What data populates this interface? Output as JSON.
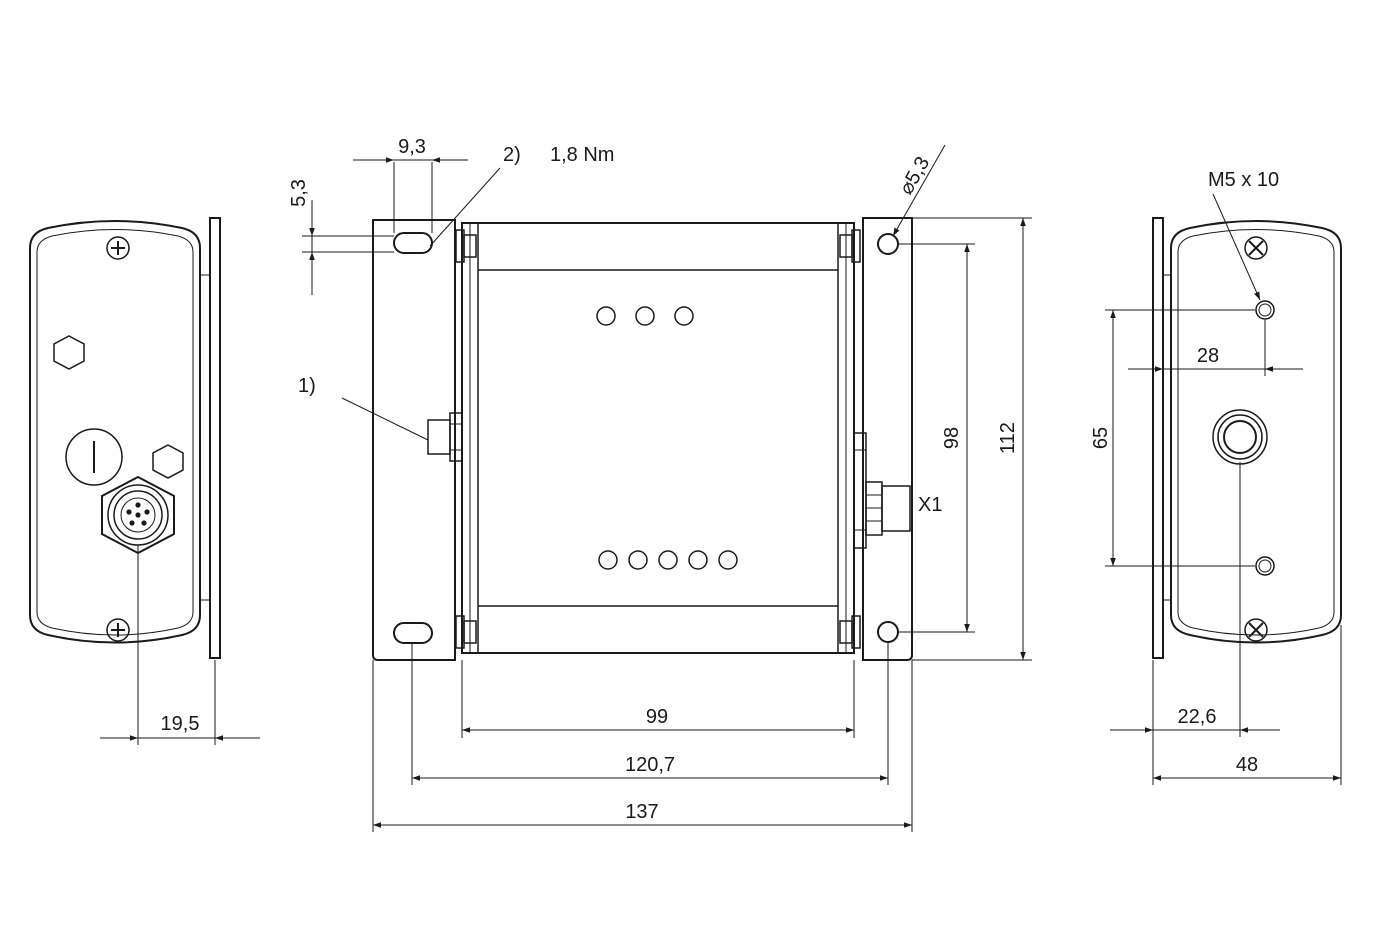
{
  "callouts": {
    "torque_ref": "2)",
    "torque": "1,8 Nm",
    "part_ref": "1)",
    "connector": "X1",
    "hole_dia": "⌀5,3",
    "thread": "M5 x 10"
  },
  "dimensions": {
    "slot_width": "9,3",
    "slot_height": "5,3",
    "side_offset": "19,5",
    "body_width": "99",
    "slot_pitch": "120,7",
    "overall_width": "137",
    "hole_pitch": "98",
    "overall_height": "112",
    "thread_pitch": "65",
    "thread_offset": "28",
    "center_offset": "22,6",
    "depth": "48"
  }
}
